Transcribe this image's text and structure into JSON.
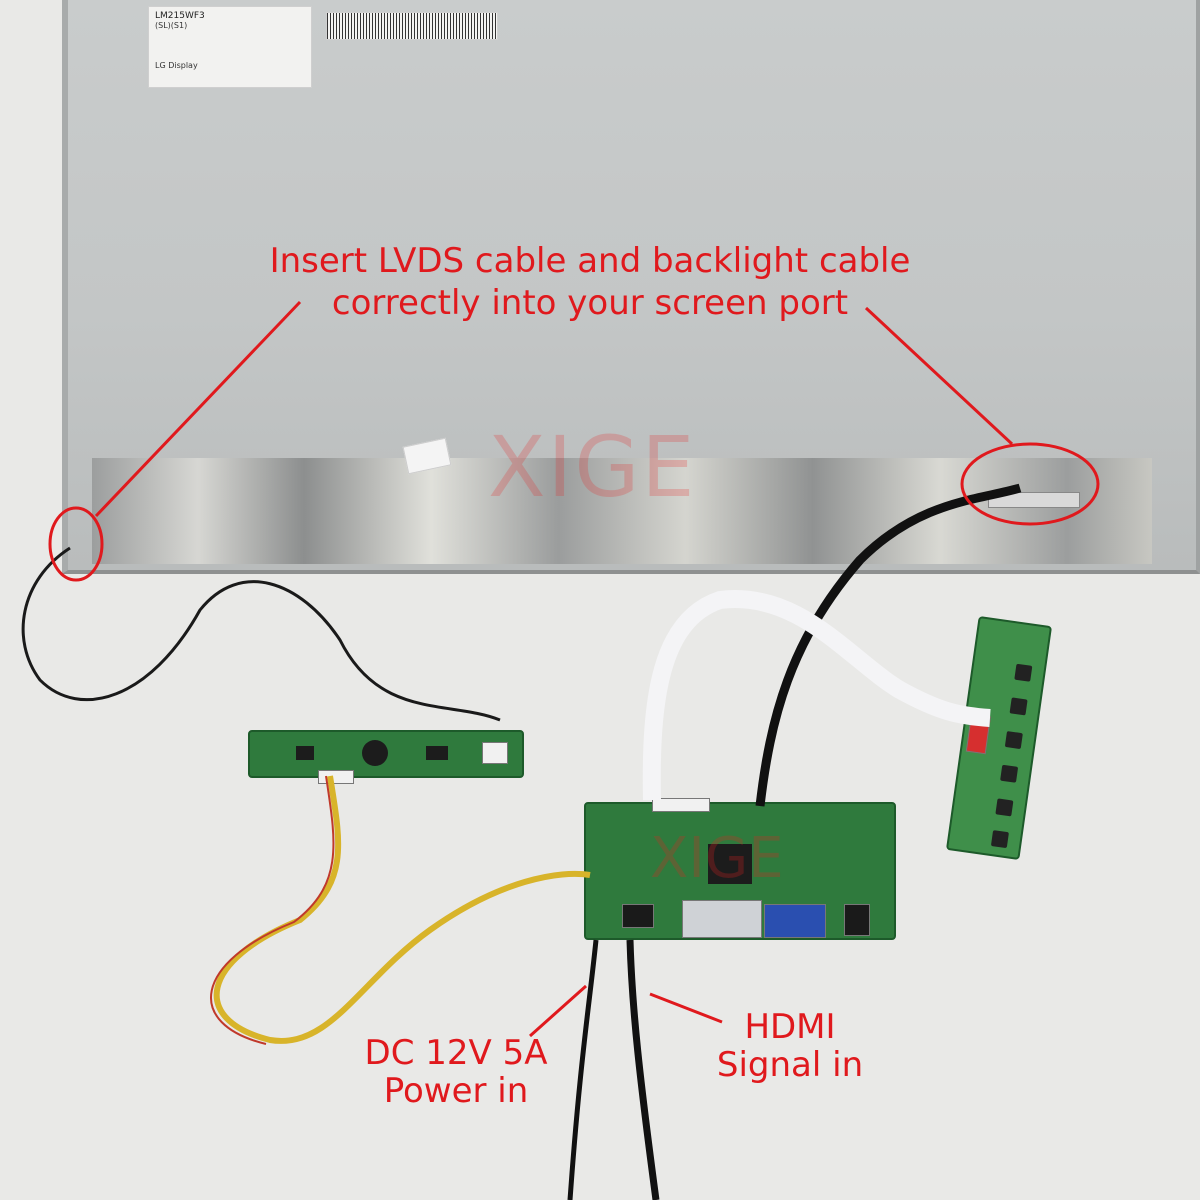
{
  "panel_label": {
    "model": "LM215WF3",
    "code": "(SL)(S1)",
    "brand": "LG Display"
  },
  "annotations": {
    "instruction_line1": "Insert LVDS cable and backlight cable",
    "instruction_line2": "correctly into your screen port",
    "power_line1": "DC 12V 5A",
    "power_line2": "Power in",
    "hdmi_line1": "HDMI",
    "hdmi_line2": "Signal in"
  },
  "watermark": "XIGE",
  "colors": {
    "annotation_red": "#e0191d",
    "pcb_green": "#2f7a3d",
    "background": "#e9e9e7"
  }
}
